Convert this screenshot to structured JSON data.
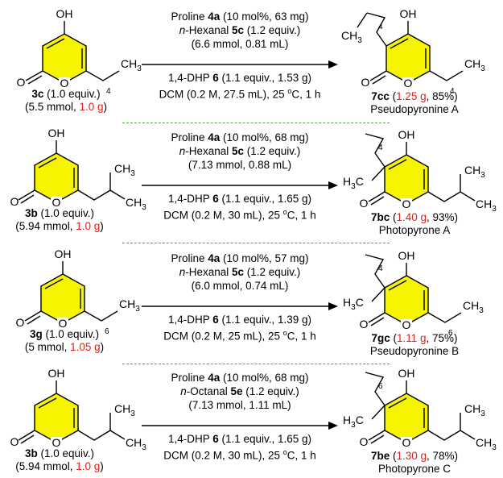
{
  "colors": {
    "ring_fill": "#f7f400",
    "highlight": "#e0201b",
    "divider": "#49a844"
  },
  "atoms": {
    "oh": "OH",
    "o": "O",
    "ch3": "CH",
    "sub3": "3",
    "h3c": "H",
    "c": "C"
  },
  "reactions": [
    {
      "sm_bold": "3c",
      "sm_equiv": " (1.0 equiv.)",
      "sm_amount_pre": "(5.5 mmol, ",
      "sm_amount_red": "1.0 g",
      "sm_amount_post": ")",
      "chain_sub": "4",
      "cond1_pre": "Proline ",
      "cond1_bold": "4a",
      "cond1_post": " (10 mol%, 63 mg)",
      "cond2_it": "n",
      "cond2_pre": "-Hexanal ",
      "cond2_bold": "5c",
      "cond2_post": " (1.2 equiv.)",
      "cond3": "(6.6 mmol, 0.81 mL)",
      "cond4_pre": "1,4-DHP ",
      "cond4_bold": "6",
      "cond4_post": " (1.1 equiv., 1.53 g)",
      "cond5_pre": "DCM (0.2 M, 27.5 mL), 25 ",
      "cond5_sup": "o",
      "cond5_post": "C, 1 h",
      "prod_bold": "7cc",
      "prod_pre": " (",
      "prod_red": "1.25 g",
      "prod_post": ", 85%)",
      "prod_name": "Pseudopyronine A",
      "prod_chain_sub": "4"
    },
    {
      "sm_bold": "3b",
      "sm_equiv": " (1.0 equiv.)",
      "sm_amount_pre": "(5.94 mmol, ",
      "sm_amount_red": "1.0 g",
      "sm_amount_post": ")",
      "chain_sub": "",
      "cond1_pre": "Proline ",
      "cond1_bold": "4a",
      "cond1_post": " (10 mol%, 68 mg)",
      "cond2_it": "n",
      "cond2_pre": "-Hexanal ",
      "cond2_bold": "5c",
      "cond2_post": " (1.2 equiv.)",
      "cond3": "(7.13 mmol, 0.88 mL)",
      "cond4_pre": "1,4-DHP ",
      "cond4_bold": "6",
      "cond4_post": " (1.1 equiv., 1.65 g)",
      "cond5_pre": "DCM (0.2 M, 30 mL), 25 ",
      "cond5_sup": "o",
      "cond5_post": "C, 1 h",
      "prod_bold": "7bc",
      "prod_pre": " (",
      "prod_red": "1.40 g",
      "prod_post": ", 93%)",
      "prod_name": "Photopyrone A",
      "prod_chain_sub": "4"
    },
    {
      "sm_bold": "3g",
      "sm_equiv": " (1.0 equiv.)",
      "sm_amount_pre": "(5 mmol, ",
      "sm_amount_red": "1.05 g",
      "sm_amount_post": ")",
      "chain_sub": "6",
      "cond1_pre": "Proline ",
      "cond1_bold": "4a",
      "cond1_post": " (10 mol%, 57 mg)",
      "cond2_it": "n",
      "cond2_pre": "-Hexanal ",
      "cond2_bold": "5c",
      "cond2_post": " (1.2 equiv.)",
      "cond3": "(6.0 mmol, 0.74 mL)",
      "cond4_pre": "1,4-DHP ",
      "cond4_bold": "6",
      "cond4_post": " (1.1 equiv., 1.39 g)",
      "cond5_pre": "DCM (0.2 M, 25 mL), 25 ",
      "cond5_sup": "o",
      "cond5_post": "C, 1 h",
      "prod_bold": "7gc",
      "prod_pre": " (",
      "prod_red": "1.11 g",
      "prod_post": ", 75%)",
      "prod_name": "Pseudopyronine B",
      "prod_chain_sub": "4",
      "prod_right_sub": "6"
    },
    {
      "sm_bold": "3b",
      "sm_equiv": " (1.0 equiv.)",
      "sm_amount_pre": "(5.94 mmol, ",
      "sm_amount_red": "1.0 g",
      "sm_amount_post": ")",
      "chain_sub": "",
      "cond1_pre": "Proline ",
      "cond1_bold": "4a",
      "cond1_post": " (10 mol%, 68 mg)",
      "cond2_it": "n",
      "cond2_pre": "-Octanal ",
      "cond2_bold": "5e",
      "cond2_post": " (1.2 equiv.)",
      "cond3": "(7.13 mmol, 1.11 mL)",
      "cond4_pre": "1,4-DHP ",
      "cond4_bold": "6",
      "cond4_post": " (1.1 equiv., 1.65 g)",
      "cond5_pre": "DCM (0.2 M, 30 mL), 25 ",
      "cond5_sup": "o",
      "cond5_post": "C, 1 h",
      "prod_bold": "7be",
      "prod_pre": " (",
      "prod_red": "1.30 g",
      "prod_post": ", 78%)",
      "prod_name": "Photopyrone C",
      "prod_chain_sub": "6"
    }
  ]
}
